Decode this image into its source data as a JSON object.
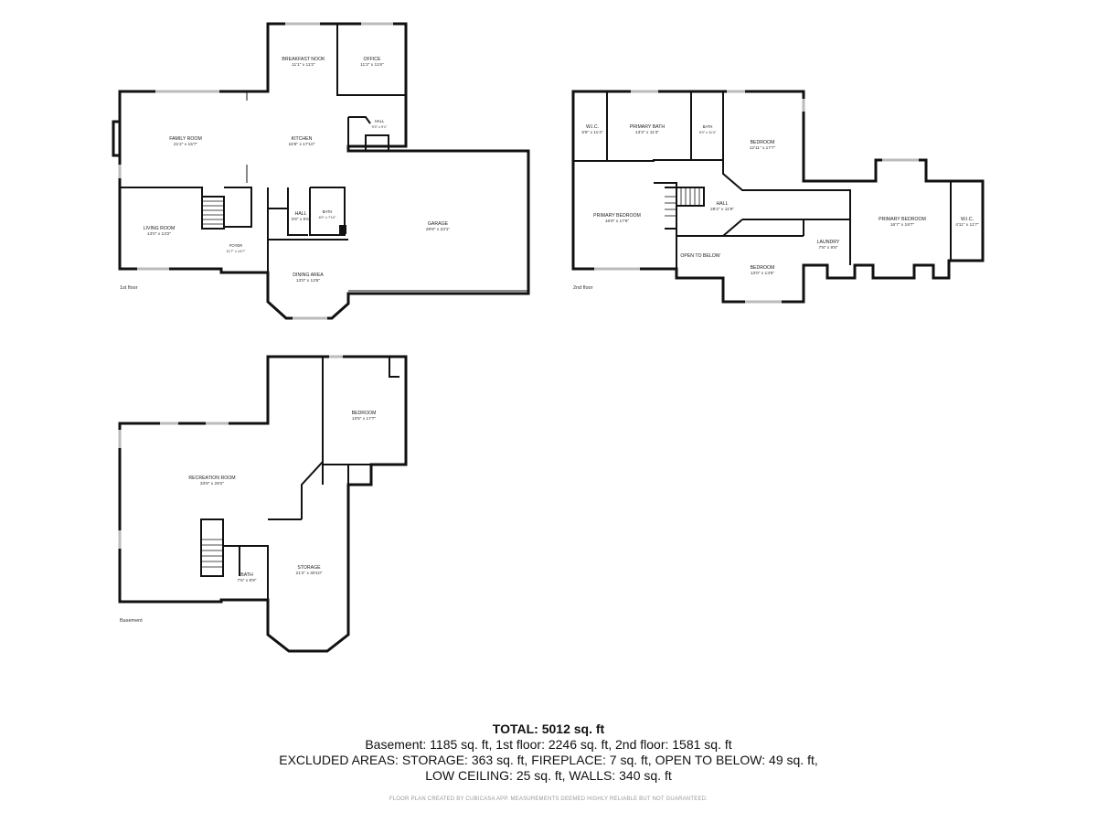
{
  "floors": {
    "first": {
      "label": "1st floor",
      "rooms": [
        {
          "id": "breakfast-nook",
          "name": "BREAKFAST NOOK",
          "dim": "11'1\" x 11'2\""
        },
        {
          "id": "office",
          "name": "OFFICE",
          "dim": "11'2\" x 11'6\""
        },
        {
          "id": "family-room",
          "name": "FAMILY ROOM",
          "dim": "21'2\" x 15'7\""
        },
        {
          "id": "kitchen",
          "name": "KITCHEN",
          "dim": "16'8\" x 17'10\""
        },
        {
          "id": "hall-small",
          "name": "HALL",
          "dim": "9'3\" x 9'1\""
        },
        {
          "id": "hall",
          "name": "HALL",
          "dim": "3'8\" x 8'6\""
        },
        {
          "id": "bath",
          "name": "BATH",
          "dim": "6'0\" x 7'10\""
        },
        {
          "id": "garage",
          "name": "GARAGE",
          "dim": "29'8\" x 23'1\""
        },
        {
          "id": "living-room",
          "name": "LIVING ROOM",
          "dim": "13'0\" x 13'2\""
        },
        {
          "id": "foyer",
          "name": "FOYER",
          "dim": "11'7\" x 14'7\""
        },
        {
          "id": "dining-area",
          "name": "DINING AREA",
          "dim": "13'0\" x 13'6\""
        }
      ]
    },
    "second": {
      "label": "2nd floor",
      "rooms": [
        {
          "id": "wic-left",
          "name": "W.I.C.",
          "dim": "5'8\" x 11'4\""
        },
        {
          "id": "primary-bath",
          "name": "PRIMARY BATH",
          "dim": "13'3\" x 11'3\""
        },
        {
          "id": "bath2",
          "name": "BATH",
          "dim": "5'0\" x 11'4\""
        },
        {
          "id": "bedroom-top",
          "name": "BEDROOM",
          "dim": "12'11\" x 17'7\""
        },
        {
          "id": "primary-bedroom-left",
          "name": "PRIMARY BEDROOM",
          "dim": "16'9\" x 17'6\""
        },
        {
          "id": "hall2",
          "name": "HALL",
          "dim": "29'2\" x 11'9\""
        },
        {
          "id": "open-to-below",
          "name": "OPEN TO BELOW",
          "dim": ""
        },
        {
          "id": "bedroom-bottom",
          "name": "BEDROOM",
          "dim": "13'0\" x 13'5\""
        },
        {
          "id": "laundry",
          "name": "LAUNDRY",
          "dim": "7'8\" x 9'8\""
        },
        {
          "id": "primary-bedroom-right",
          "name": "PRIMARY BEDROOM",
          "dim": "16'7\" x 19'7\""
        },
        {
          "id": "wic-right",
          "name": "W.I.C.",
          "dim": "4'11\" x 11'7\""
        }
      ]
    },
    "basement": {
      "label": "Basement",
      "rooms": [
        {
          "id": "bedroom-b",
          "name": "BEDROOM",
          "dim": "13'6\" x 17'7\""
        },
        {
          "id": "recreation-room",
          "name": "RECREATION ROOM",
          "dim": "33'8\" x 29'2\""
        },
        {
          "id": "storage",
          "name": "STORAGE",
          "dim": "21'2\" x 30'10\""
        },
        {
          "id": "bath-b",
          "name": "BATH",
          "dim": "7'6\" x 8'9\""
        }
      ]
    }
  },
  "summary": {
    "total": "TOTAL: 5012 sq. ft",
    "line1": "Basement: 1185 sq. ft, 1st floor: 2246 sq. ft, 2nd floor: 1581 sq. ft",
    "line2": "EXCLUDED AREAS: STORAGE: 363 sq. ft, FIREPLACE: 7 sq. ft, OPEN TO BELOW: 49 sq. ft,",
    "line3": "LOW CEILING: 25 sq. ft, WALLS: 340 sq. ft"
  },
  "footer": "FLOOR PLAN CREATED BY CUBICASA APP. MEASUREMENTS DEEMED HIGHLY RELIABLE BUT NOT GUARANTEED."
}
